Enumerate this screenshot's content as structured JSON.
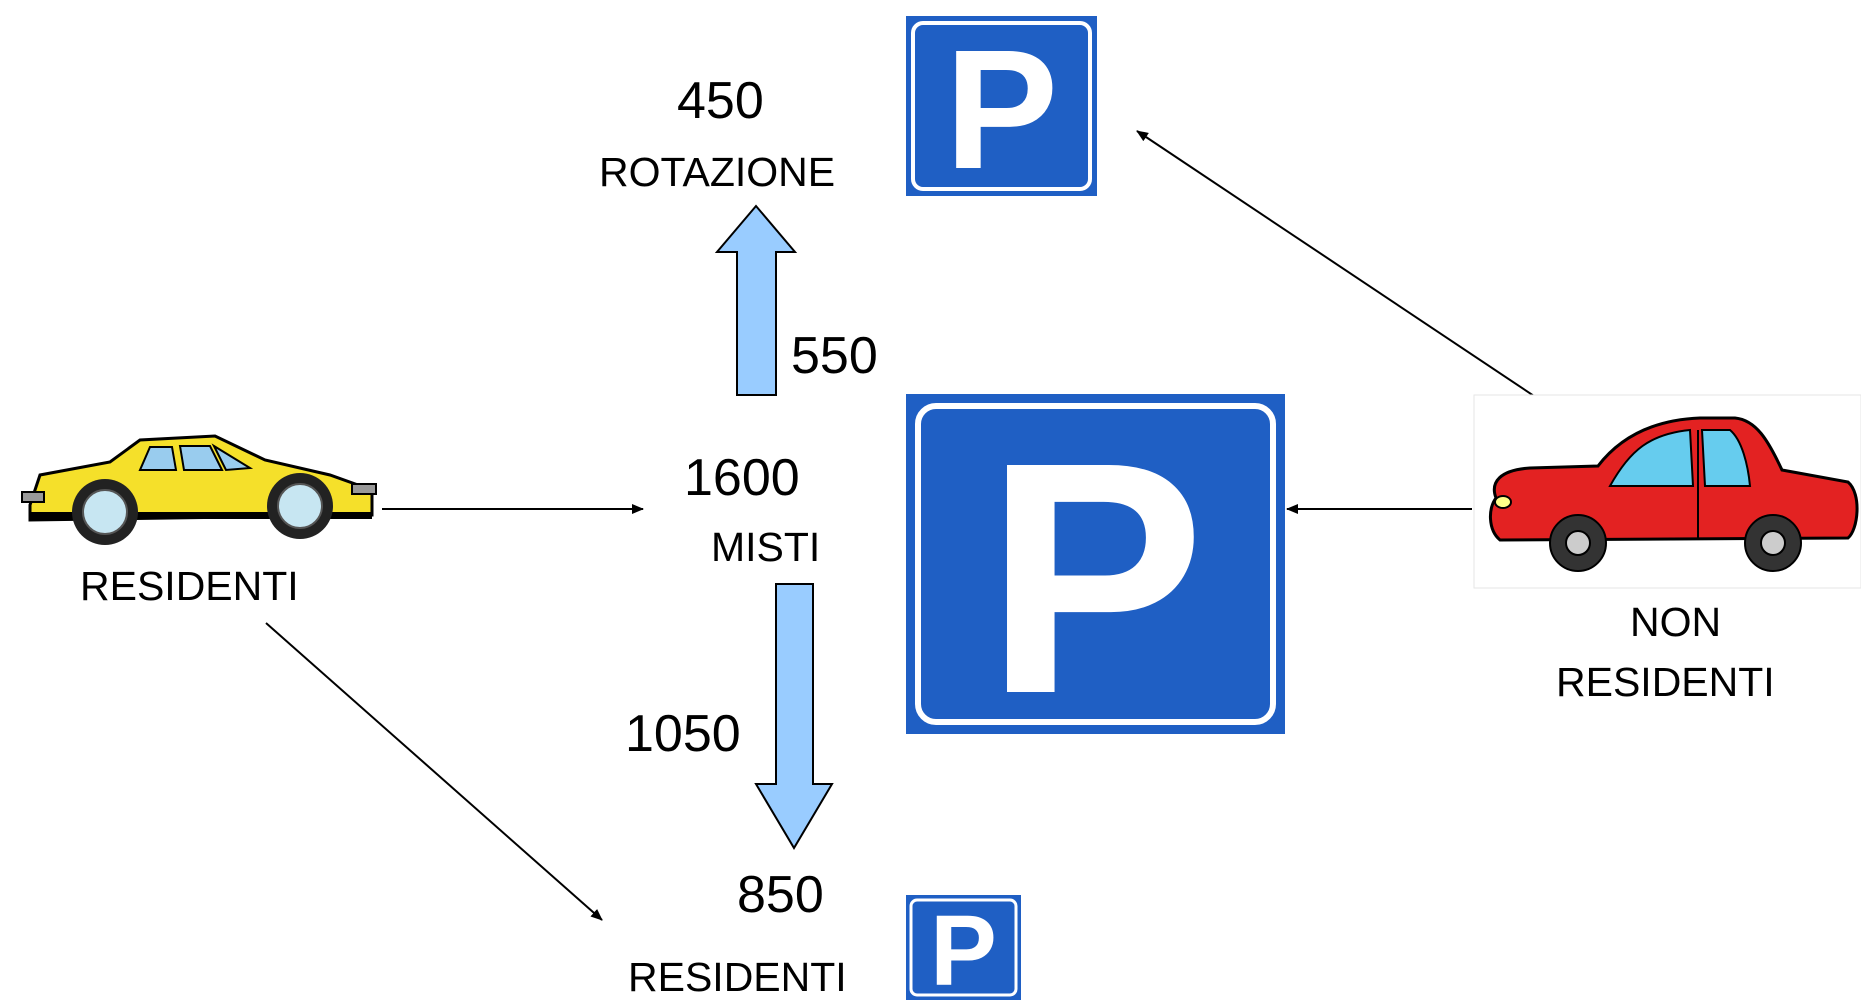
{
  "top_lot": {
    "count": "450",
    "label": "ROTAZIONE"
  },
  "flow_up": {
    "value": "550"
  },
  "mixed_lot": {
    "count": "1600",
    "label": "MISTI"
  },
  "flow_down": {
    "value": "1050"
  },
  "resident_lot": {
    "count": "850",
    "label": "RESIDENTI"
  },
  "residents": {
    "label": "RESIDENTI"
  },
  "non_residents": {
    "label_line1": "NON",
    "label_line2": "RESIDENTI"
  },
  "parking_sign": {
    "letter": "P"
  },
  "colors": {
    "sign_blue": "#1f5fc4",
    "sign_border": "#ffffff",
    "flow_arrow_fill": "#99ccff",
    "resident_car": "#f5e02a",
    "non_resident_car": "#e32222"
  },
  "icons": [
    "parking-sign-icon",
    "yellow-car-icon",
    "red-car-icon",
    "flow-arrow-icon"
  ]
}
